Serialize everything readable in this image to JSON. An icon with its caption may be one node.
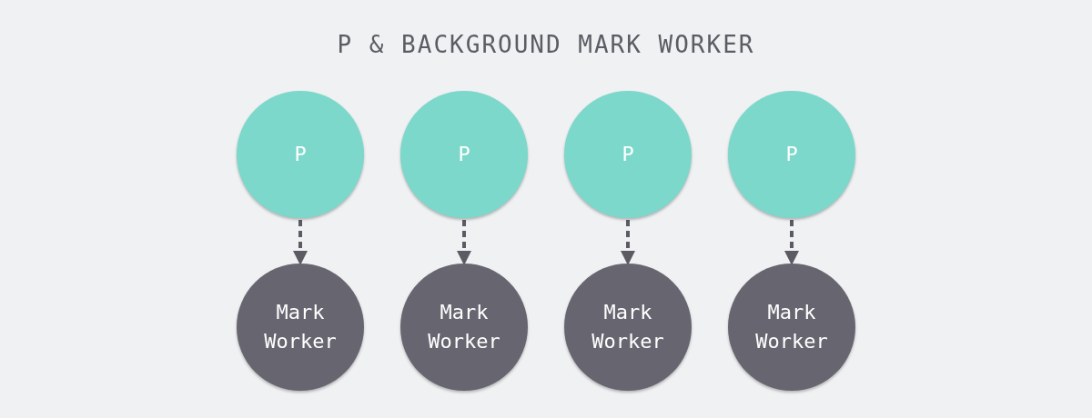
{
  "diagram": {
    "title": "P & BACKGROUND MARK WORKER",
    "nodes": [
      {
        "text": [
          "P"
        ]
      },
      {
        "text": [
          "P"
        ]
      },
      {
        "text": [
          "P"
        ]
      },
      {
        "text": [
          "P"
        ]
      },
      {
        "text": [
          "Mark Worker"
        ]
      },
      {
        "text": [
          "Mark Worker"
        ]
      },
      {
        "text": [
          "Mark Worker"
        ]
      },
      {
        "text": [
          "Mark Worker"
        ]
      }
    ],
    "edges": [
      {
        "from": 0,
        "to": 4,
        "arrow": "to",
        "style": "dashed"
      },
      {
        "from": 1,
        "to": 5,
        "arrow": "to",
        "style": "dashed"
      },
      {
        "from": 2,
        "to": 6,
        "arrow": "to",
        "style": "dashed"
      },
      {
        "from": 3,
        "to": 7,
        "arrow": "to",
        "style": "dashed"
      }
    ]
  }
}
